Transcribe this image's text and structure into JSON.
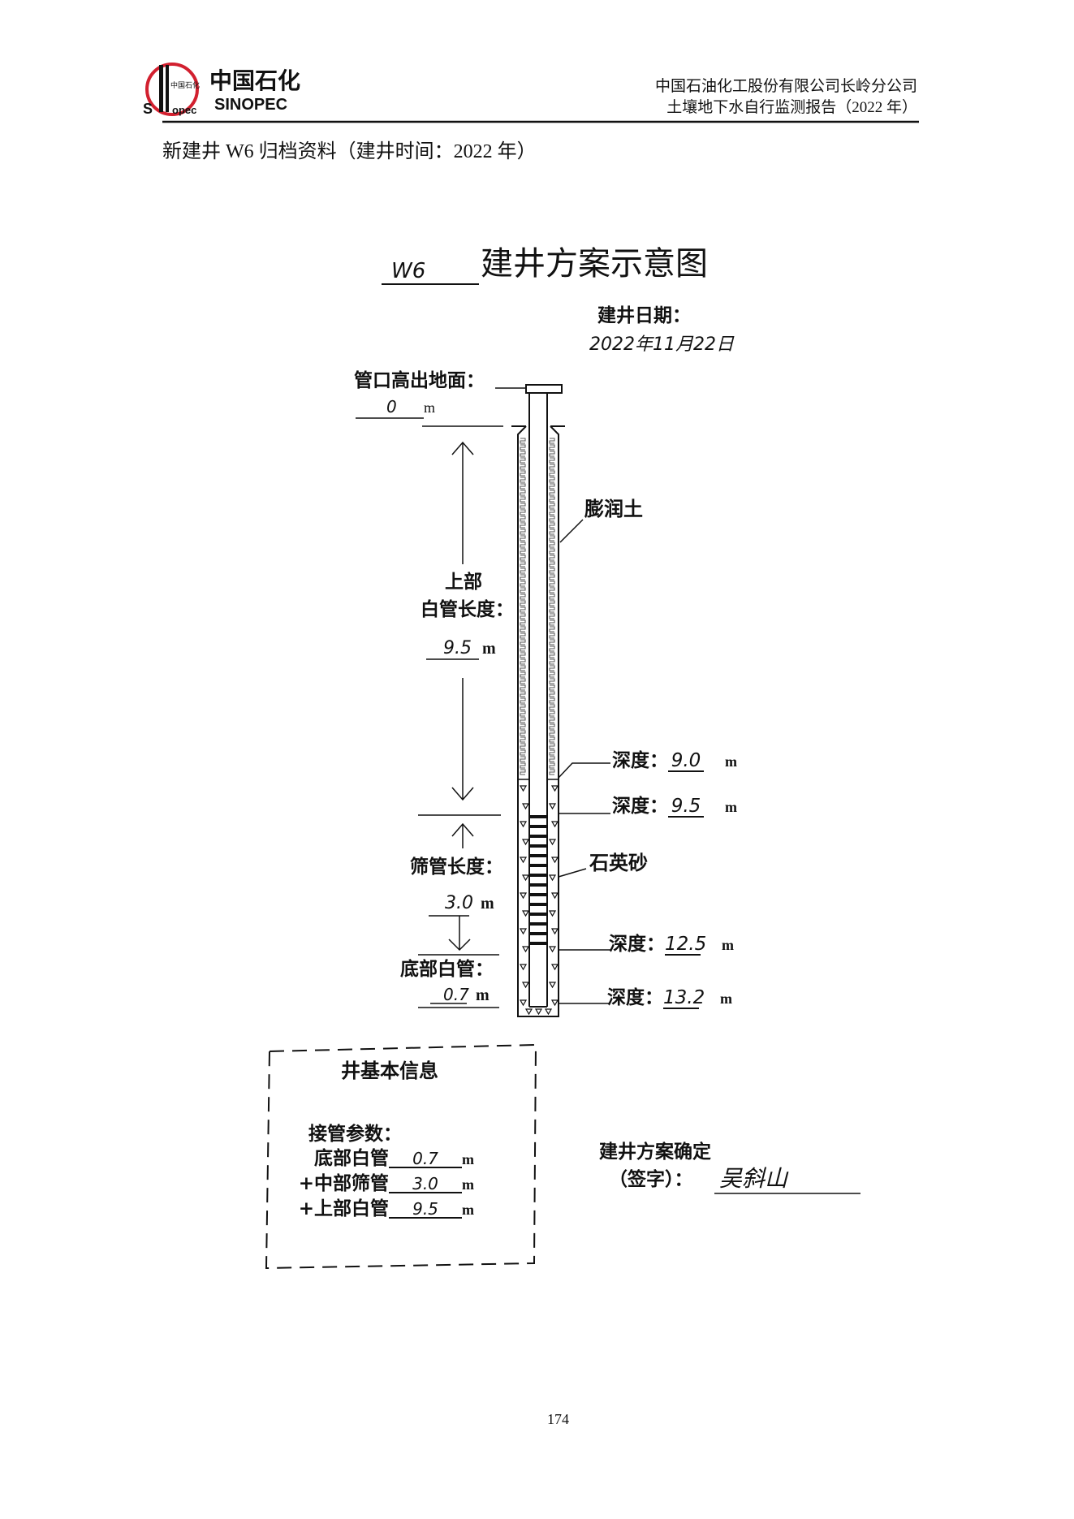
{
  "header": {
    "logo_cn": "中国石化",
    "logo_en": "SINOPEC",
    "logo_mark_text": "中国石化",
    "company": "中国石油化工股份有限公司长岭分公司",
    "report": "土壤地下水自行监测报告（2022 年）"
  },
  "section_heading": "新建井 W6 归档资料（建井时间：2022 年）",
  "diagram": {
    "well_id": "W6",
    "title": "建井方案示意图",
    "date_label": "建井日期：",
    "date_value": "2022年11月22日",
    "casing_above_ground_label": "管口高出地面：",
    "casing_above_ground_value": "0",
    "unit": "m",
    "upper_label_1": "上部",
    "upper_label_2": "白管长度：",
    "upper_length": "9.5",
    "screen_label": "筛管长度：",
    "screen_length": "3.0",
    "bottom_label": "底部白管：",
    "bottom_length": "0.7",
    "bentonite_label": "膨润土",
    "sand_label": "石英砂",
    "depth_label": "深度：",
    "depths": [
      "9.0",
      "9.5",
      "12.5",
      "13.2"
    ]
  },
  "info_box": {
    "title": "井基本信息",
    "params_label": "接管参数：",
    "rows": [
      {
        "label": "底部白管",
        "value": "0.7",
        "unit": "m"
      },
      {
        "label": "+中部筛管",
        "value": "3.0",
        "unit": "m"
      },
      {
        "label": "+上部白管",
        "value": "9.5",
        "unit": "m"
      }
    ]
  },
  "confirm": {
    "label_1": "建井方案确定",
    "label_2": "（签字）：",
    "signature": "吴斜山"
  },
  "page_number": "174"
}
